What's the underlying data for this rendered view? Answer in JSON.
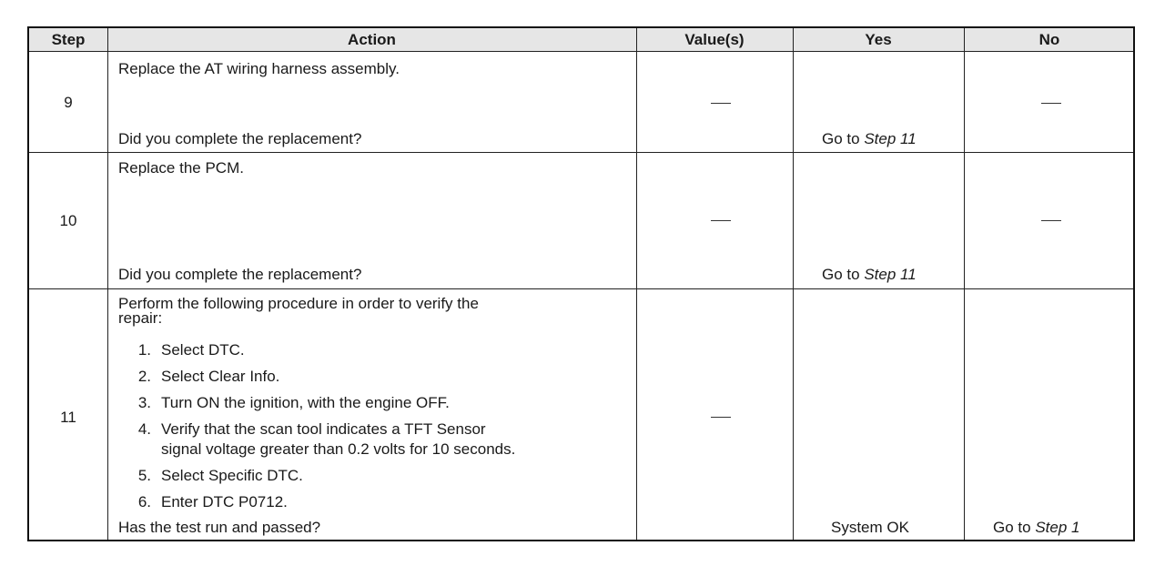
{
  "headers": {
    "step": "Step",
    "action": "Action",
    "values": "Value(s)",
    "yes": "Yes",
    "no": "No"
  },
  "rows": [
    {
      "step": "9",
      "action_top": "Replace the AT wiring harness assembly.",
      "action_question": "Did you complete the replacement?",
      "value": "—",
      "yes_prefix": "Go to ",
      "yes_link": "Step 11",
      "no": "—"
    },
    {
      "step": "10",
      "action_top": "Replace the PCM.",
      "action_question": "Did you complete the replacement?",
      "value": "—",
      "yes_prefix": "Go to ",
      "yes_link": "Step 11",
      "no": "—"
    },
    {
      "step": "11",
      "action_intro_1": "Perform the following procedure in order to verify the",
      "action_intro_2": "repair:",
      "procedure": [
        {
          "num": "1.",
          "text": "Select DTC."
        },
        {
          "num": "2.",
          "text": "Select Clear Info."
        },
        {
          "num": "3.",
          "text": "Turn ON the ignition, with the engine OFF."
        },
        {
          "num": "4.",
          "text": "Verify that the scan tool indicates a TFT Sensor",
          "text2": "signal voltage greater than 0.2 volts for 10 seconds."
        },
        {
          "num": "5.",
          "text": "Select Specific DTC."
        },
        {
          "num": "6.",
          "text": "Enter DTC P0712."
        }
      ],
      "action_question": "Has the test run and passed?",
      "value": "—",
      "yes": "System OK",
      "no_prefix": "Go to ",
      "no_link": "Step 1"
    }
  ]
}
